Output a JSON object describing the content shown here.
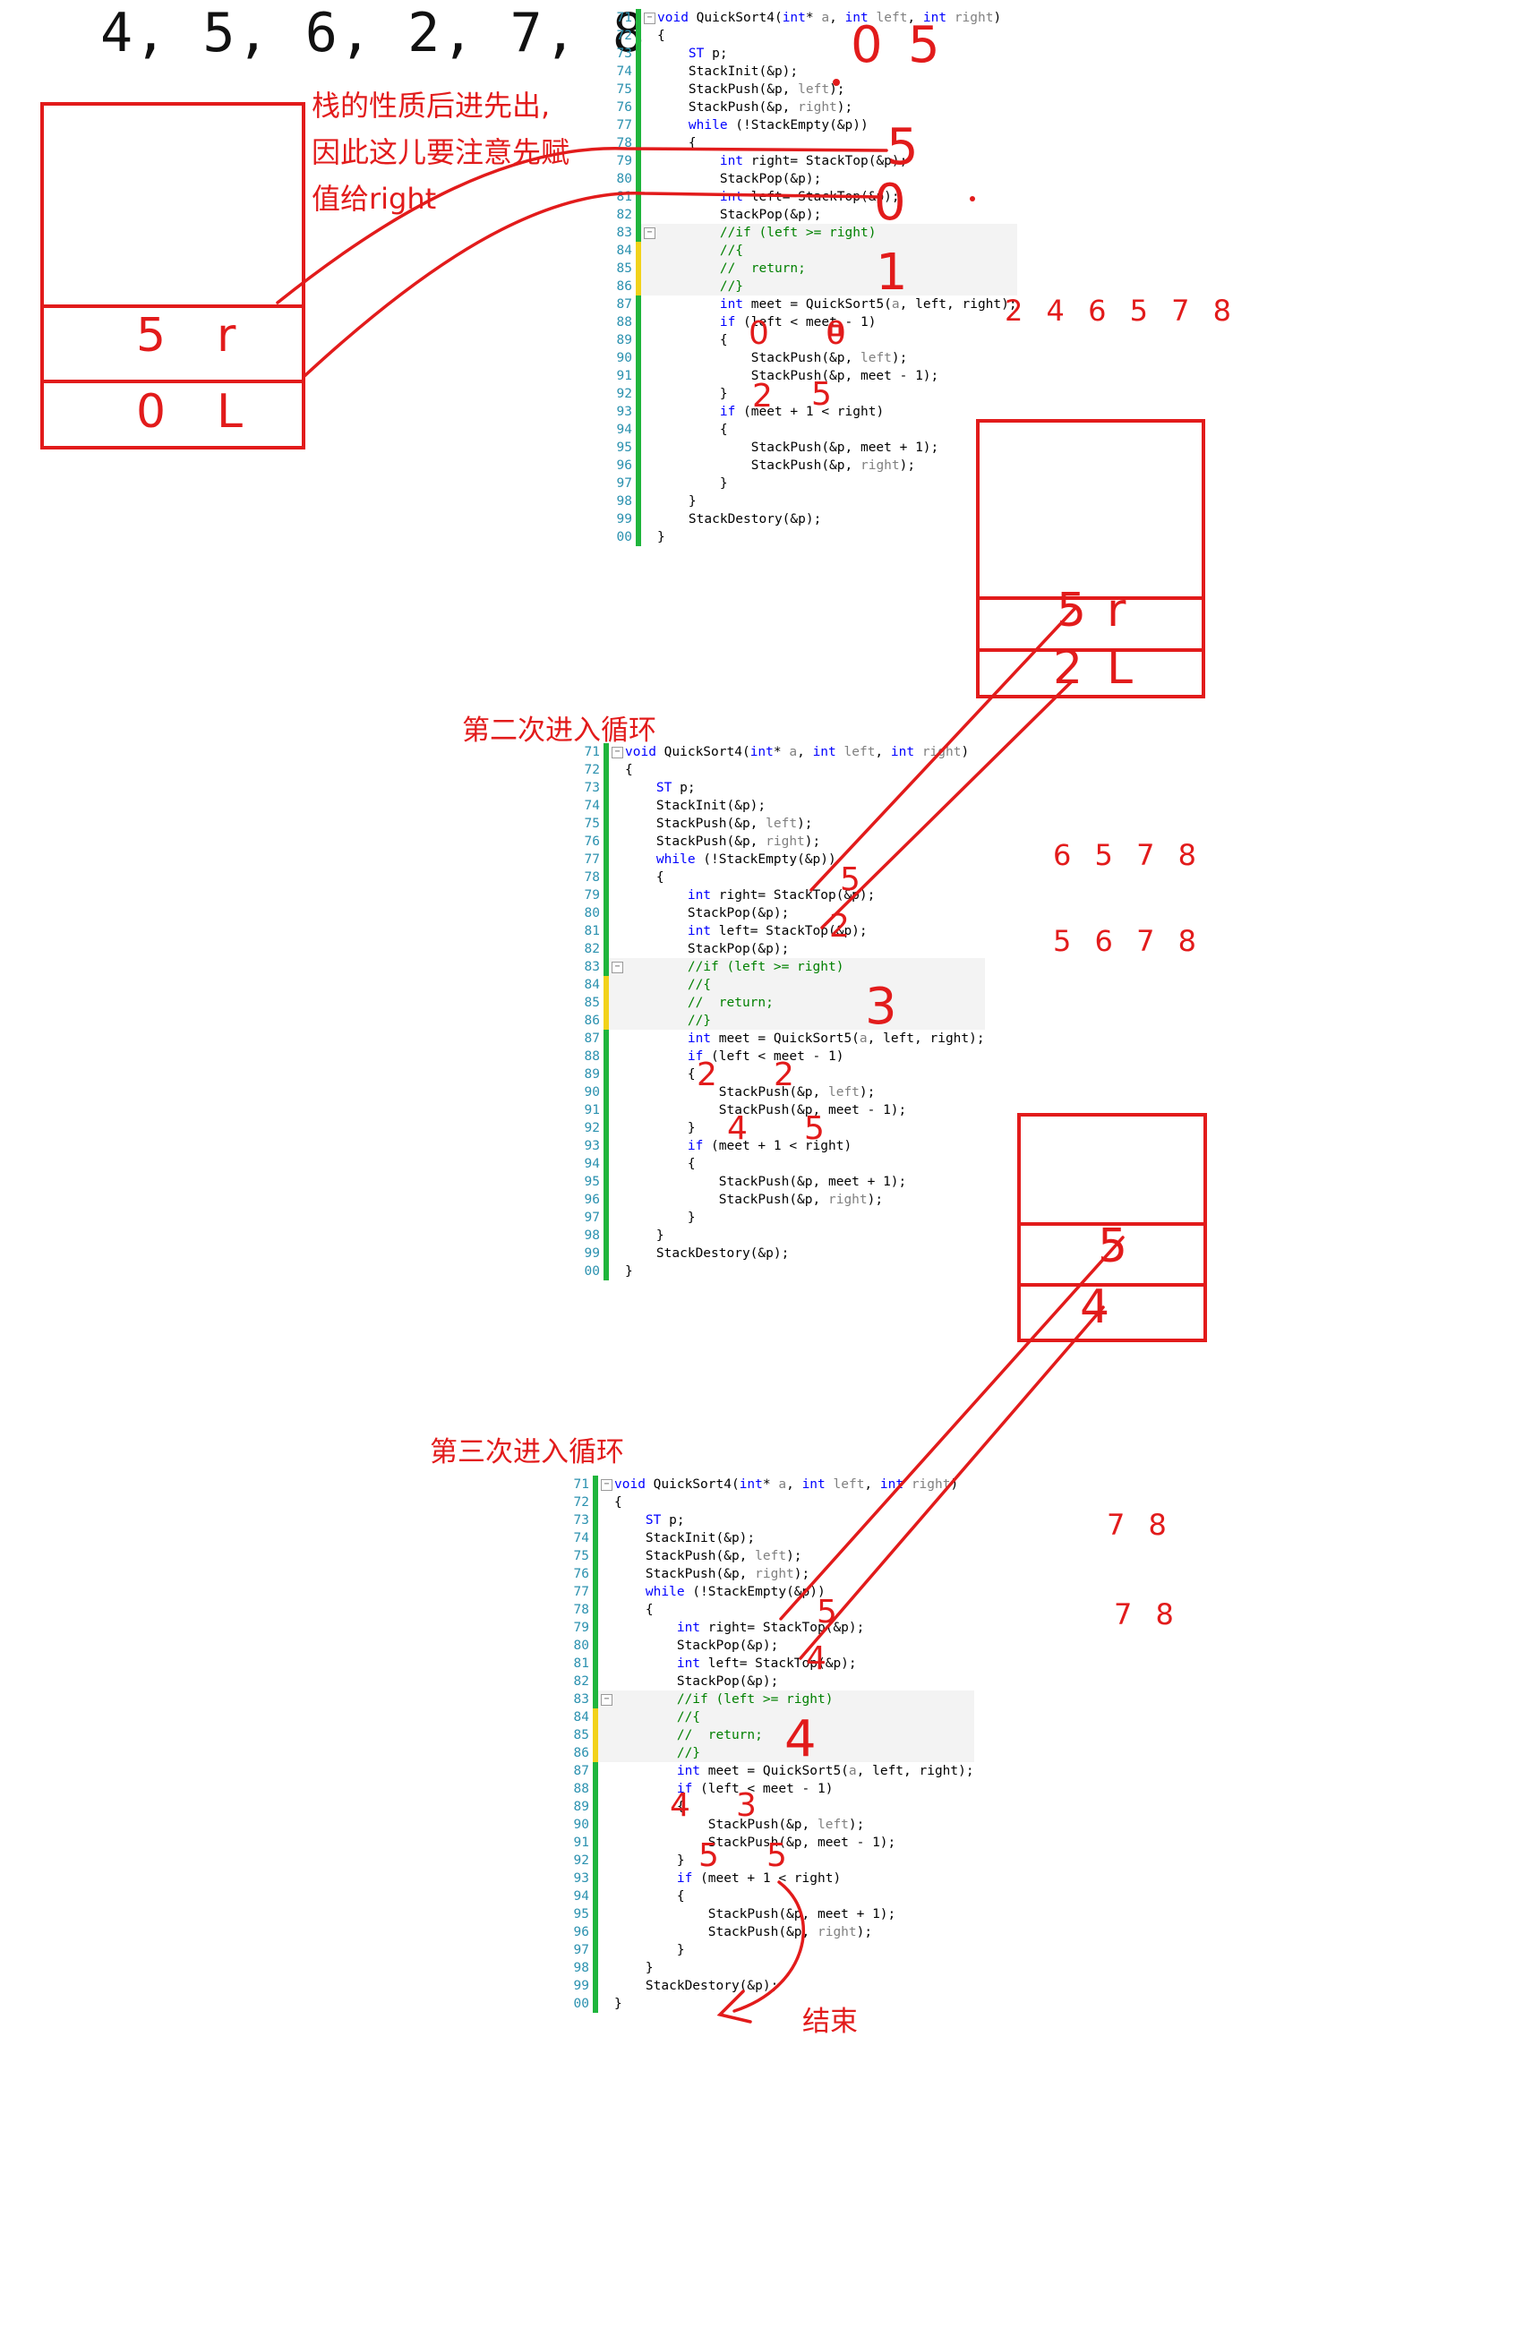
{
  "sequence": "4, 5, 6, 2, 7, 8",
  "note_lines": [
    "栈的性质后进先出,",
    "因此这儿要注意先赋",
    "值给right"
  ],
  "heading_second": "第二次进入循环",
  "heading_third": "第三次进入循环",
  "end_label": "结束",
  "line_numbers": [
    "71",
    "72",
    "73",
    "74",
    "75",
    "76",
    "77",
    "78",
    "79",
    "80",
    "81",
    "82",
    "83",
    "84",
    "85",
    "86",
    "87",
    "88",
    "89",
    "90",
    "91",
    "92",
    "93",
    "94",
    "95",
    "96",
    "97",
    "98",
    "99",
    "00"
  ],
  "code_lines": [
    "void QuickSort4(int* a, int left, int right)",
    "{",
    "    ST p;",
    "    StackInit(&p);",
    "    StackPush(&p, left);",
    "    StackPush(&p, right);",
    "    while (!StackEmpty(&p))",
    "    {",
    "        int right= StackTop(&p);",
    "        StackPop(&p);",
    "        int left= StackTop(&p);",
    "        StackPop(&p);",
    "        //if (left >= right)",
    "        //{",
    "        //  return;",
    "        //}",
    "        int meet = QuickSort5(a, left, right);",
    "        if (left < meet - 1)",
    "        {",
    "            StackPush(&p, left);",
    "            StackPush(&p, meet - 1);",
    "        }",
    "        if (meet + 1 < right)",
    "        {",
    "            StackPush(&p, meet + 1);",
    "            StackPush(&p, right);",
    "        }",
    "    }",
    "    StackDestory(&p);",
    "}"
  ],
  "stack1": {
    "top_labels": [
      "5",
      "r"
    ],
    "bottom_labels": [
      "0",
      "L"
    ]
  },
  "stack2": {
    "top_labels": [
      "5",
      "r"
    ],
    "bottom_labels": [
      "2",
      "L"
    ]
  },
  "stack3": {
    "top_label": "5",
    "bottom_label": "4"
  },
  "pass1": {
    "top": [
      "0",
      "5"
    ],
    "right_val": "5",
    "left_val": "0",
    "meet": "1",
    "cond1": [
      "0",
      "0"
    ],
    "cond2": [
      "2",
      "5"
    ],
    "array": "2 4 6 5 7 8"
  },
  "pass2": {
    "right_val": "5",
    "left_val": "2",
    "meet": "3",
    "cond1": [
      "2",
      "2"
    ],
    "cond2": [
      "4",
      "5"
    ],
    "array_a": "6 5 7 8",
    "array_b": "5 6 7 8"
  },
  "pass3": {
    "right_val": "5",
    "left_val": "4",
    "meet": "4",
    "cond1": [
      "4",
      "3"
    ],
    "cond2": [
      "5",
      "5"
    ],
    "array_a": "7 8",
    "array_b": "7 8"
  },
  "colors": {
    "annotation": "#e21b1b",
    "keyword": "#0000ff",
    "comment": "#008000",
    "line_number": "#2b91af",
    "change_bar": "#1fb53c",
    "modified_bar": "#f2d21b"
  }
}
